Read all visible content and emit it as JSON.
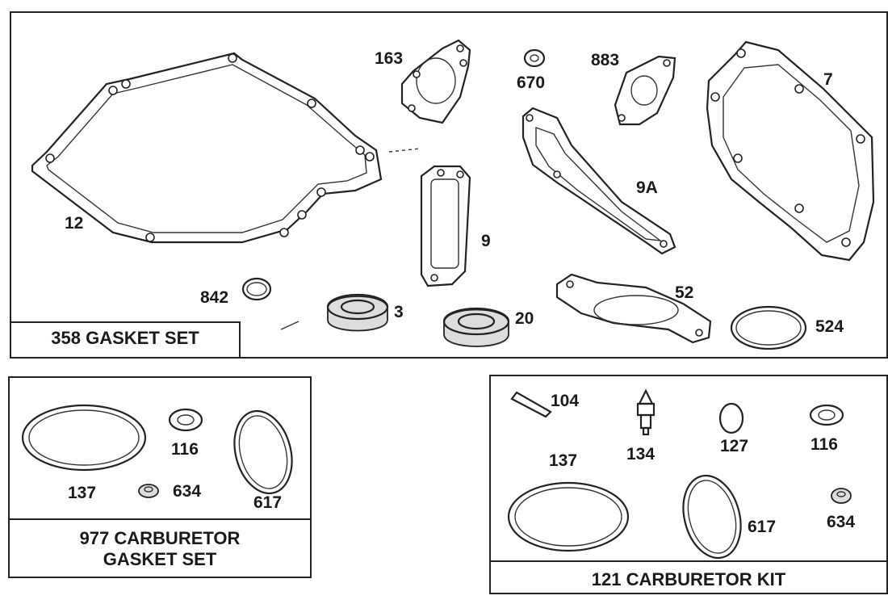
{
  "kits": {
    "gasket_set": {
      "title": "358 GASKET SET",
      "parts": [
        "12",
        "163",
        "670",
        "883",
        "7",
        "9",
        "9A",
        "842",
        "3",
        "20",
        "52",
        "524"
      ]
    },
    "carb_gasket_set": {
      "title_line1": "977 CARBURETOR",
      "title_line2": "GASKET SET",
      "parts": [
        "137",
        "116",
        "634",
        "617"
      ]
    },
    "carb_kit": {
      "title": "121 CARBURETOR KIT",
      "parts": [
        "104",
        "134",
        "127",
        "116",
        "137",
        "617",
        "634"
      ]
    }
  }
}
